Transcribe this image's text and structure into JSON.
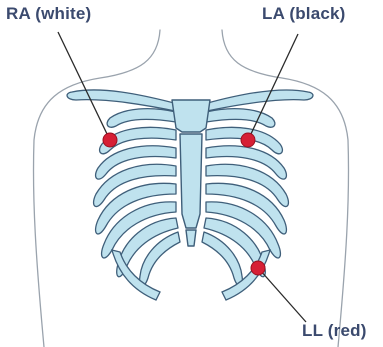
{
  "electrodes": {
    "ra": {
      "label": "RA (white)"
    },
    "la": {
      "label": "LA (black)"
    },
    "ll": {
      "label": "LL (red)"
    }
  },
  "colors": {
    "bone_fill": "#bfe2ee",
    "bone_stroke": "#3f5f7a",
    "body_outline": "#9aa3ad",
    "electrode": "#d61f35",
    "label_text": "#3b4a6e",
    "pointer": "#2a2a2a"
  }
}
